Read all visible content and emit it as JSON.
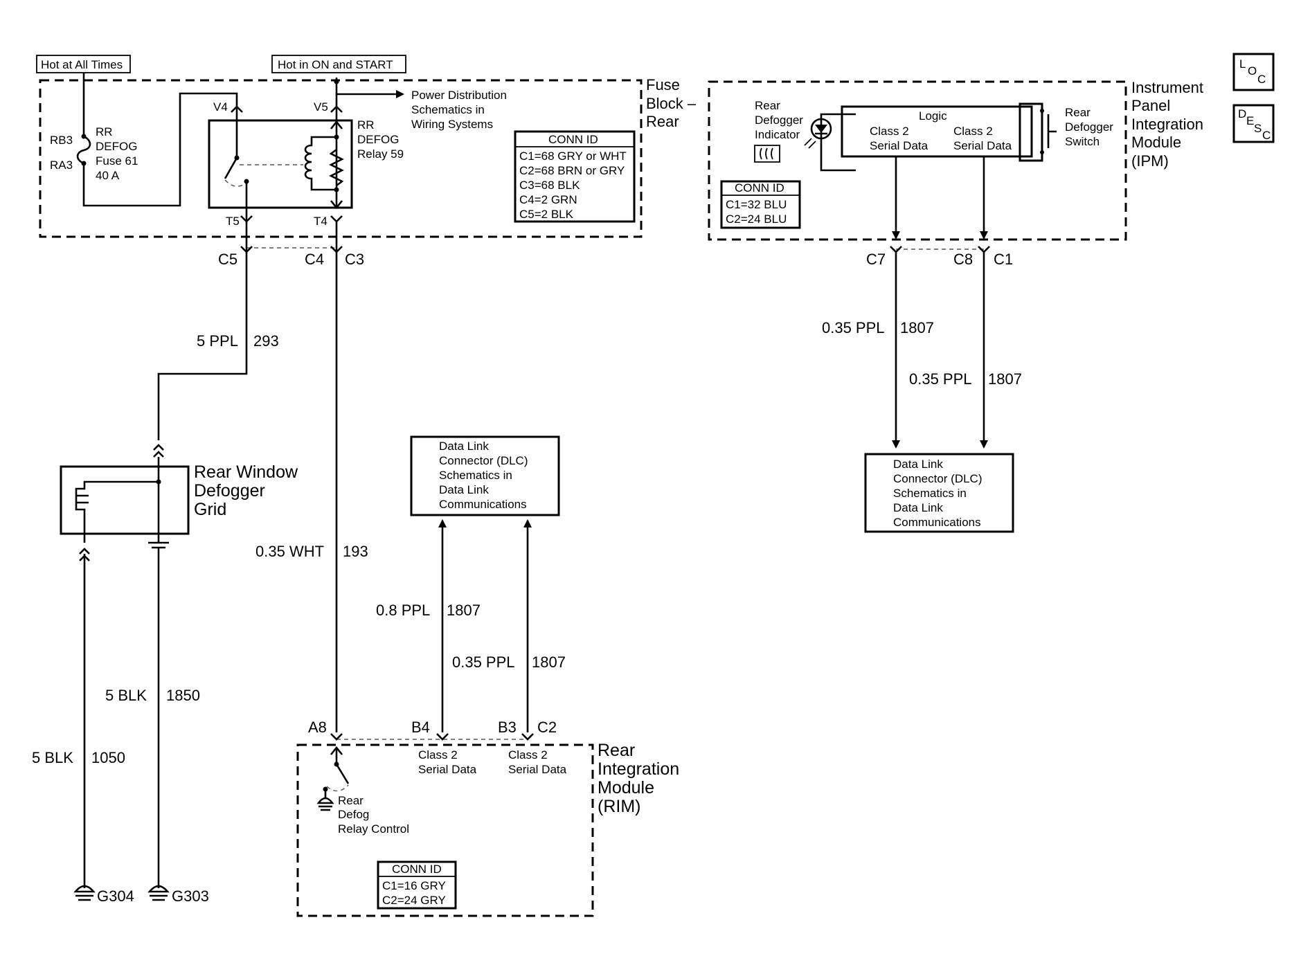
{
  "power": {
    "hot_all_times": "Hot at All Times",
    "hot_on_start": "Hot in ON and START",
    "power_dist": [
      "Power Distribution",
      "Schematics in",
      "Wiring Systems"
    ]
  },
  "fuse_block": {
    "title": [
      "Fuse",
      "Block –",
      "Rear"
    ],
    "rb3": "RB3",
    "ra3": "RA3",
    "fuse": [
      "RR",
      "DEFOG",
      "Fuse 61",
      "40 A"
    ],
    "relay": [
      "RR",
      "DEFOG",
      "Relay 59"
    ],
    "v4": "V4",
    "v5": "V5",
    "t5": "T5",
    "t4": "T4",
    "conn_title": "CONN ID",
    "conn": [
      "C1=68 GRY or WHT",
      "C2=68 BRN or GRY",
      "C3=68 BLK",
      "C4=2 GRN",
      "C5=2 BLK"
    ]
  },
  "connectors_top": {
    "c5": "C5",
    "c4": "C4",
    "c3": "C3",
    "c7": "C7",
    "c8": "C8",
    "c1": "C1"
  },
  "wires": {
    "w293": [
      "5 PPL",
      "293"
    ],
    "w193": [
      "0.35 WHT",
      "193"
    ],
    "w1850": [
      "5 BLK",
      "1850"
    ],
    "w1050": [
      "5 BLK",
      "1050"
    ],
    "w1807_rim_b4": [
      "0.8 PPL",
      "1807"
    ],
    "w1807_rim_b3": [
      "0.35 PPL",
      "1807"
    ],
    "w1807_ipm_c7": [
      "0.35 PPL",
      "1807"
    ],
    "w1807_ipm_c8": [
      "0.35 PPL",
      "1807"
    ]
  },
  "grid": {
    "title": [
      "Rear Window",
      "Defogger",
      "Grid"
    ]
  },
  "grounds": {
    "g304": "G304",
    "g303": "G303"
  },
  "dlc": [
    "Data Link",
    "Connector (DLC)",
    "Schematics in",
    "Data Link",
    "Communications"
  ],
  "ipm": {
    "title": [
      "Instrument",
      "Panel",
      "Integration",
      "Module",
      "(IPM)"
    ],
    "indicator": [
      "Rear",
      "Defogger",
      "Indicator"
    ],
    "logic": "Logic",
    "serial1": [
      "Class 2",
      "Serial Data"
    ],
    "serial2": [
      "Class 2",
      "Serial Data"
    ],
    "switch": [
      "Rear",
      "Defogger",
      "Switch"
    ],
    "conn_title": "CONN ID",
    "conn": [
      "C1=32 BLU",
      "C2=24 BLU"
    ]
  },
  "rim": {
    "title": [
      "Rear",
      "Integration",
      "Module",
      "(RIM)"
    ],
    "a8": "A8",
    "b4": "B4",
    "b3": "B3",
    "c2": "C2",
    "serial1": [
      "Class 2",
      "Serial Data"
    ],
    "serial2": [
      "Class 2",
      "Serial Data"
    ],
    "relay_ctrl": [
      "Rear",
      "Defog",
      "Relay Control"
    ],
    "conn_title": "CONN ID",
    "conn": [
      "C1=16 GRY",
      "C2=24 GRY"
    ]
  },
  "legend": {
    "loc": [
      "L",
      "O",
      "C"
    ],
    "desc": [
      "D",
      "E",
      "S",
      "C"
    ]
  }
}
